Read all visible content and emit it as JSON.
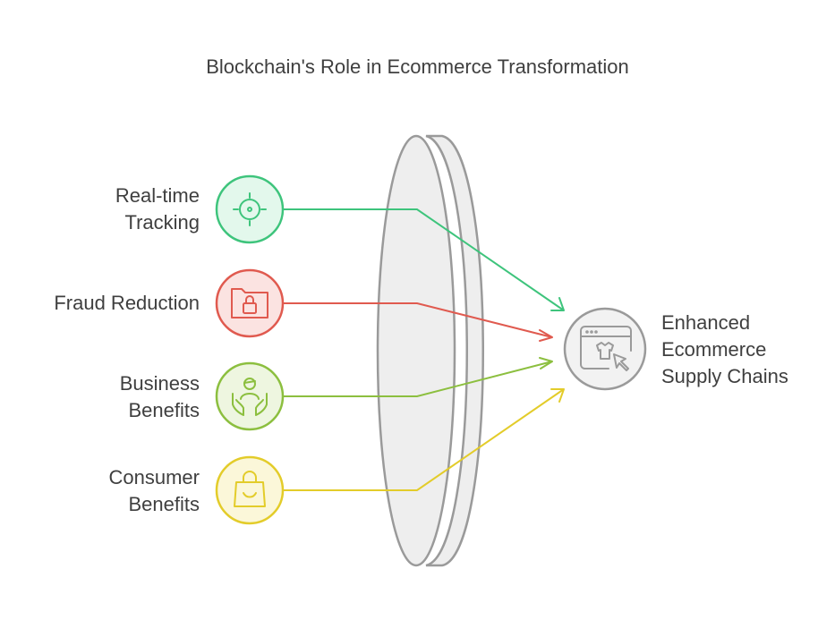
{
  "title": "Blockchain's Role in Ecommerce Transformation",
  "inputs": [
    {
      "id": "tracking",
      "lines": [
        "Real-time",
        "Tracking"
      ],
      "icon": "crosshair-icon",
      "color": "#3ec47c",
      "fill": "#e3f8ec"
    },
    {
      "id": "fraud",
      "lines": [
        "Fraud Reduction"
      ],
      "icon": "locked-folder-icon",
      "color": "#e05a4f",
      "fill": "#fbe3e1"
    },
    {
      "id": "business",
      "lines": [
        "Business",
        "Benefits"
      ],
      "icon": "hands-person-icon",
      "color": "#8cbf3f",
      "fill": "#eef6e0"
    },
    {
      "id": "consumer",
      "lines": [
        "Consumer",
        "Benefits"
      ],
      "icon": "shopping-bag-icon",
      "color": "#e3cc2a",
      "fill": "#fbf7d9"
    }
  ],
  "output": {
    "lines": [
      "Enhanced",
      "Ecommerce",
      "Supply Chains"
    ],
    "icon": "browser-shirt-cursor-icon",
    "color": "#9a9a9a",
    "fill": "#f2f2f2"
  },
  "lens": {
    "color": "#9a9a9a",
    "fill": "#eeeeee"
  }
}
